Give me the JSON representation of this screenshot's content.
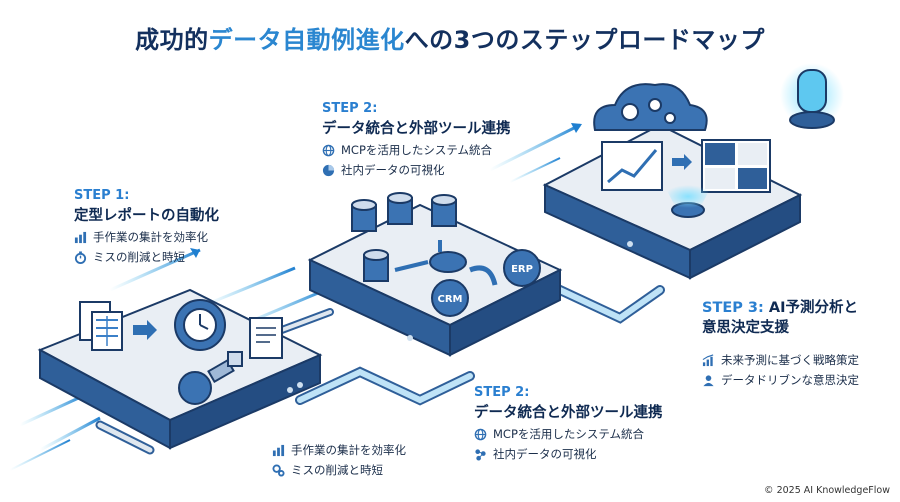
{
  "title": {
    "part1": "成功的",
    "part2": "データ自動例進化",
    "part3": "への3つのステップロードマップ"
  },
  "step1": {
    "label": "STEP 1:",
    "title": "定型レポートの自動化",
    "items": [
      {
        "icon": "bar-chart-icon",
        "text": "手作業の集計を効率化"
      },
      {
        "icon": "stopwatch-icon",
        "text": "ミスの削減と時短"
      }
    ]
  },
  "step2_top": {
    "label": "STEP 2:",
    "title": "データ統合と外部ツール連携",
    "items": [
      {
        "icon": "globe-icon",
        "text": "MCPを活用したシステム統合"
      },
      {
        "icon": "pie-chart-icon",
        "text": "社内データの可視化"
      }
    ]
  },
  "step2_bottom": {
    "label": "STEP 2:",
    "title": "データ統合と外部ツール連携",
    "items": [
      {
        "icon": "globe-icon",
        "text": "MCPを活用したシステム統合"
      },
      {
        "icon": "network-icon",
        "text": "社内データの可視化"
      }
    ]
  },
  "step3": {
    "label": "STEP 3:",
    "title_line1": "AI予測分析と",
    "title_line2": "意思決定支援",
    "items": [
      {
        "icon": "trend-chart-icon",
        "text": "未来予測に基づく戦略策定"
      },
      {
        "icon": "person-icon",
        "text": "データドリブンな意思決定"
      }
    ]
  },
  "bottom_left_items": [
    {
      "icon": "bar-chart-icon",
      "text": "手作業の集計を効率化"
    },
    {
      "icon": "gears-icon",
      "text": "ミスの削減と時短"
    }
  ],
  "platform_labels": {
    "crm": "CRM",
    "erp": "ERP"
  },
  "copyright": "© 2025 AI KnowledgeFlow",
  "colors": {
    "navy": "#13305e",
    "accent": "#2a86d0",
    "platform_top": "#e9eef4",
    "platform_side": "#2f5f99"
  }
}
